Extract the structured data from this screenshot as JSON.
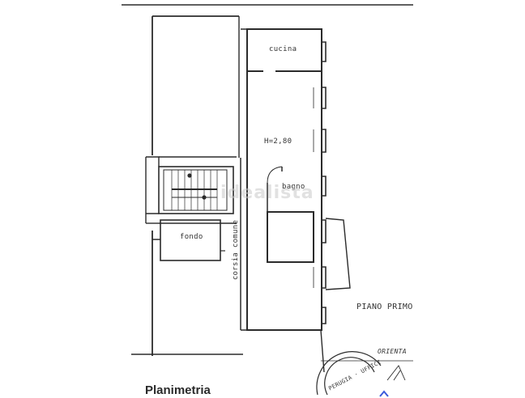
{
  "plan": {
    "rooms": {
      "kitchen": "cucina",
      "height": "H=2,80",
      "bathroom": "bagno",
      "storage": "fondo",
      "corridor": "corsia comune"
    },
    "floor_label": "PIANO PRIMO",
    "orientation_label": "ORIENTA",
    "stamp_text": "PERUGIA · UFFICI"
  },
  "watermark": "idealista",
  "caption": "Planimetria",
  "colors": {
    "ink": "#2b2b2b",
    "watermark": "#c8c8c8",
    "brand": "#3b5bdb"
  },
  "icons": {
    "brand_icon": "chevron-logo-icon"
  }
}
